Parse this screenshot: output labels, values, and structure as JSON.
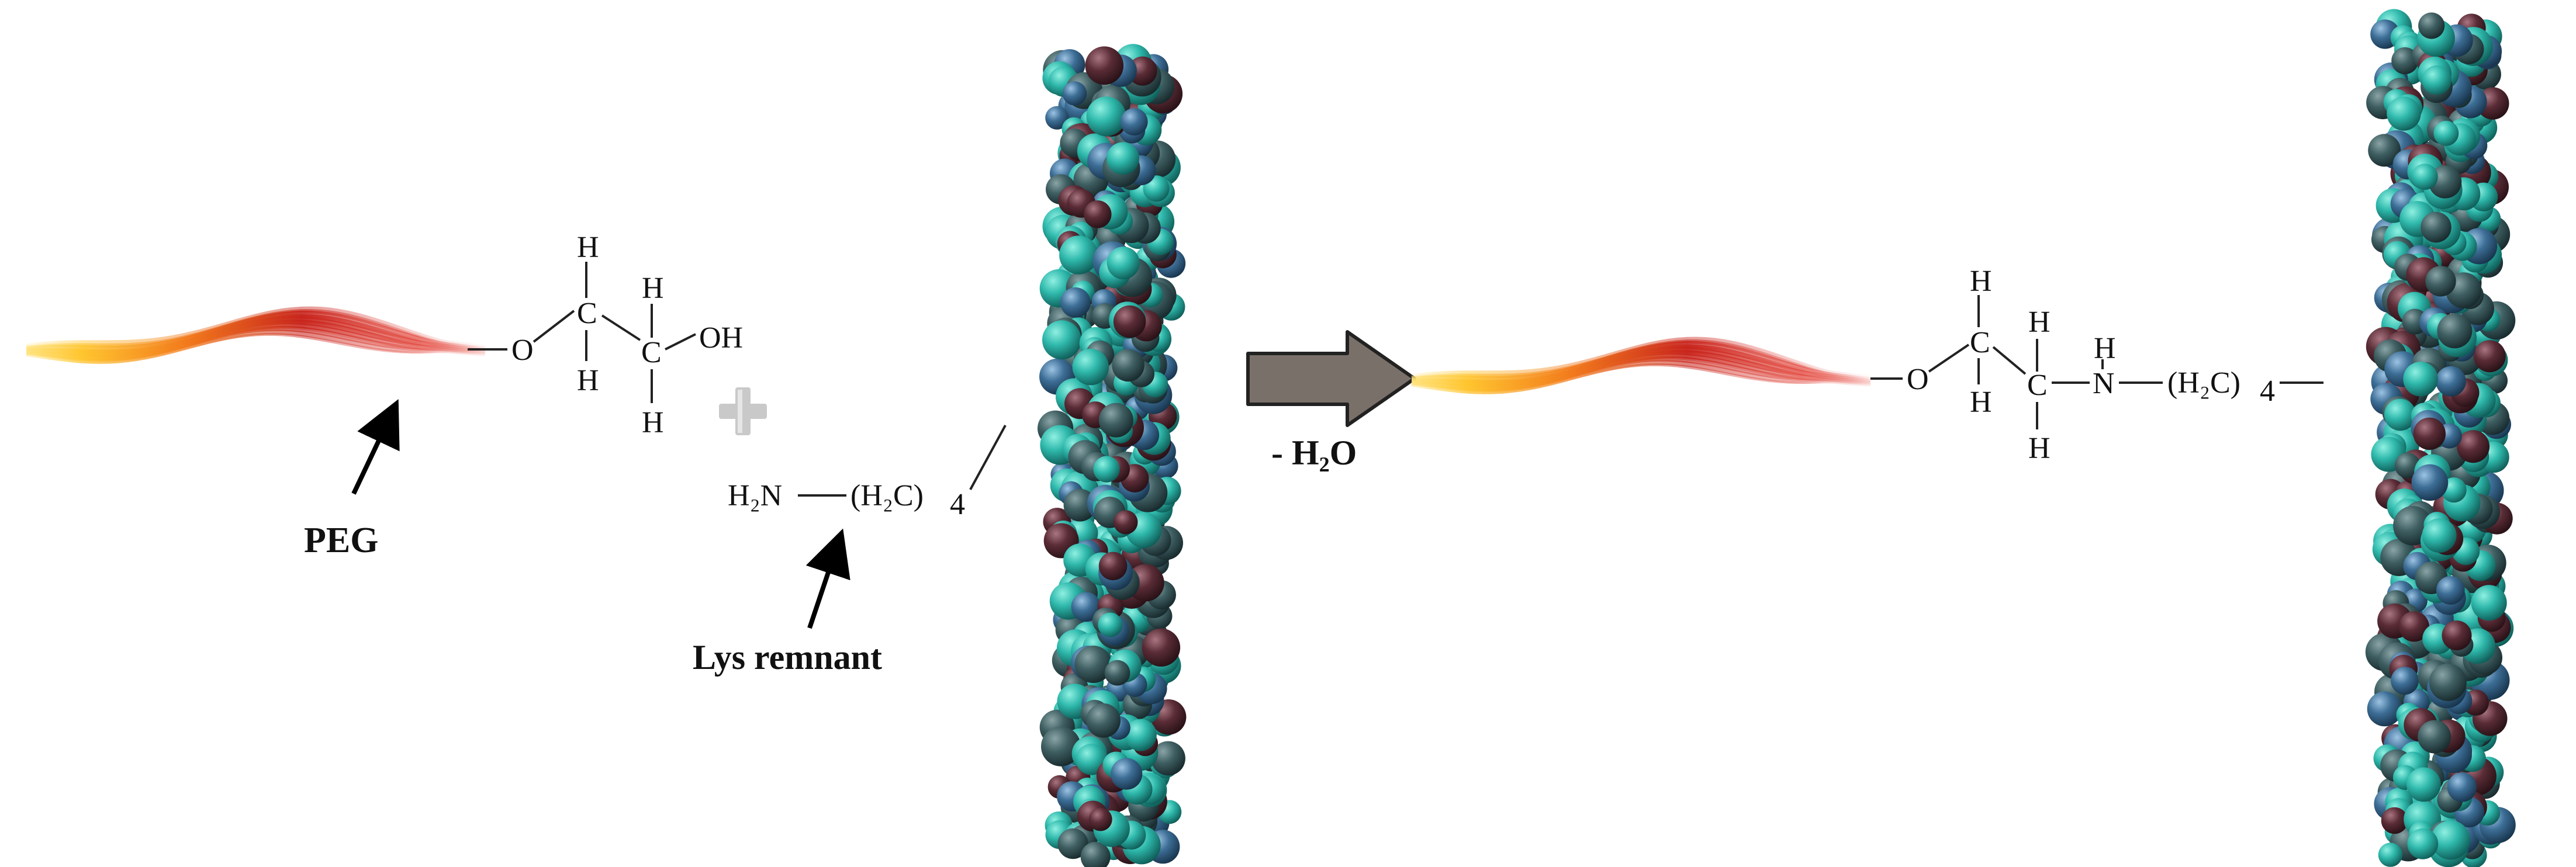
{
  "labels": {
    "peg": "PEG",
    "lys_remnant": "Lys remnant",
    "byproduct": "- H₂O"
  },
  "reactant_peg": {
    "atoms": {
      "h_top": "H",
      "o": "O",
      "c1": "C",
      "c2": "C",
      "h_mid": "H",
      "oh": "OH",
      "h_bot1": "H",
      "h_bot2": "H"
    }
  },
  "reactant_lys": {
    "amine": "H₂N",
    "chain": "(H₂C)",
    "sub": "4"
  },
  "product": {
    "atoms": {
      "h_top": "H",
      "o": "O",
      "c1": "C",
      "h_c1": "H",
      "c2": "C",
      "h_c2": "H",
      "h_bot": "H",
      "nh_h": "H",
      "n": "N",
      "chain": "(H₂C)",
      "sub": "4"
    }
  },
  "plus_icon": "plus",
  "colors": {
    "ribbon_light": "#ffd23c",
    "ribbon_mid": "#f47a1a",
    "ribbon_dark": "#c8241c",
    "arrow": "#7a706a",
    "protein_teal": "#2fb9ac",
    "protein_slate": "#3b5a5f",
    "protein_blue": "#3d6e96",
    "protein_maroon": "#5a2c36"
  }
}
